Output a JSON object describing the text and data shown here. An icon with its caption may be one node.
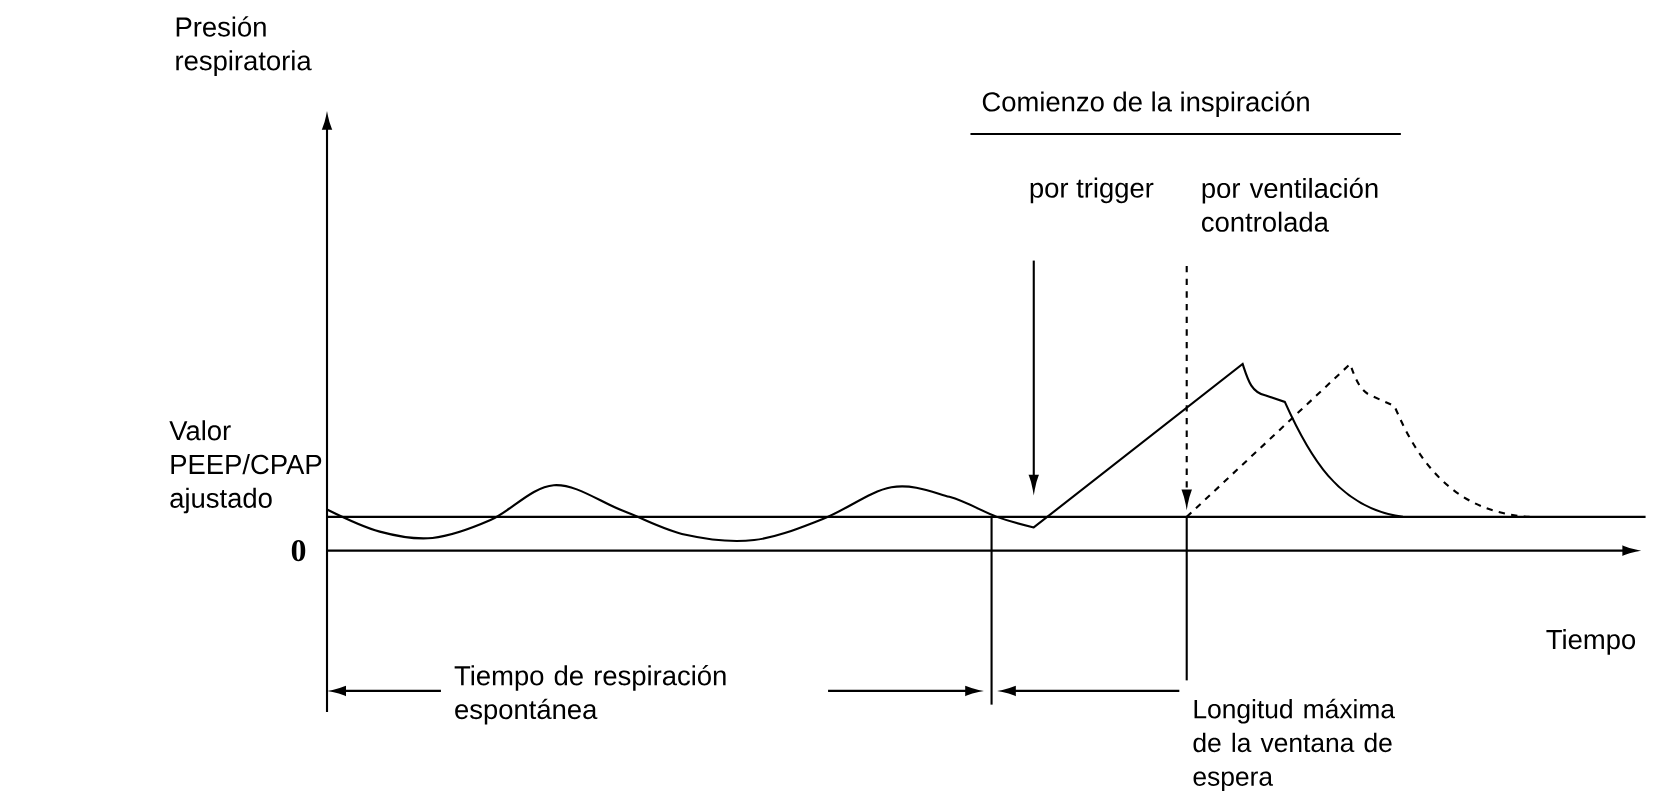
{
  "diagram": {
    "nodes": [
      {
        "text": [
          "por trigger"
        ]
      },
      {
        "text": [
          "por ventilación controlada"
        ]
      }
    ],
    "edges": [
      {
        "from": 0,
        "to": null,
        "arrow": "to"
      },
      {
        "from": 1,
        "to": null,
        "arrow": "to",
        "style": "dashed"
      }
    ],
    "labels": [
      "Presión respiratoria",
      "Comienzo de la inspiración",
      "Valor PEEP/CPAP ajustado",
      "0",
      "Tiempo",
      "Tiempo de respiración espontánea",
      "Longitud máxima de la ventana de espera"
    ]
  }
}
